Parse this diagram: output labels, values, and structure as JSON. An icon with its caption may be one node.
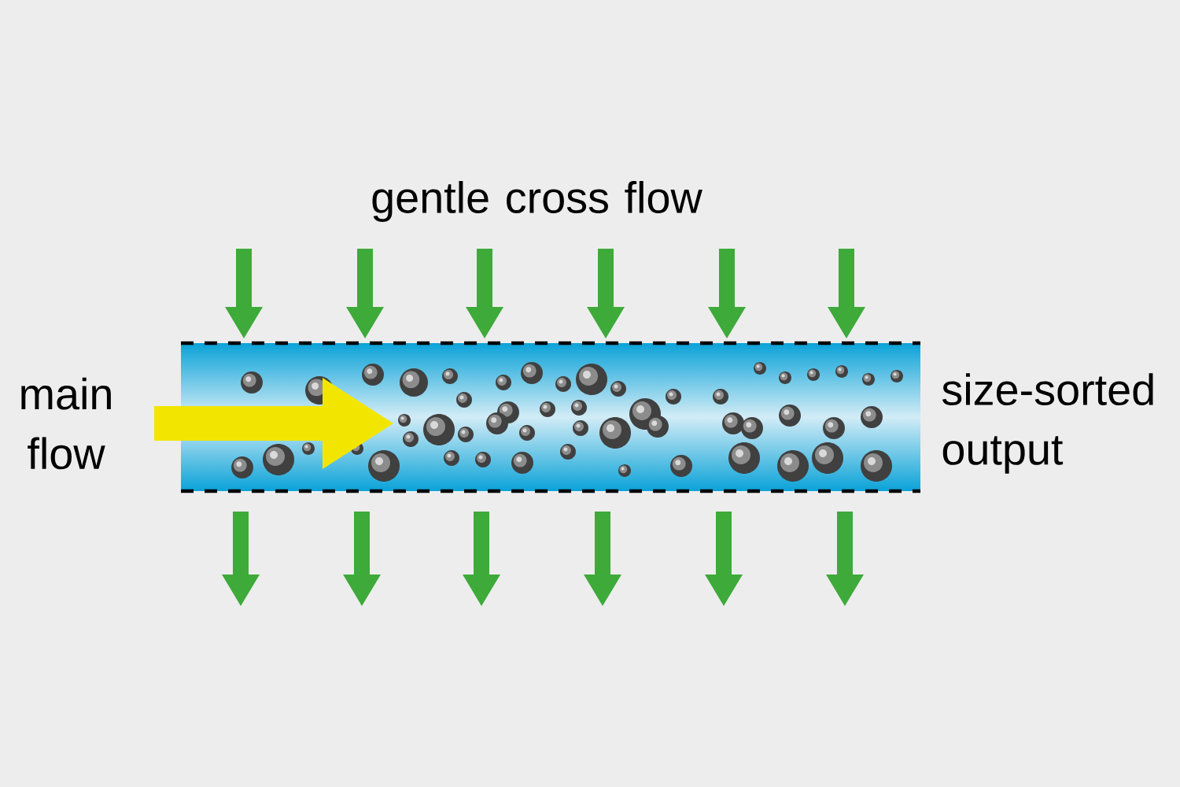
{
  "diagram": {
    "labels": [
      "gentle cross flow",
      "main flow",
      "size-sorted output"
    ]
  }
}
